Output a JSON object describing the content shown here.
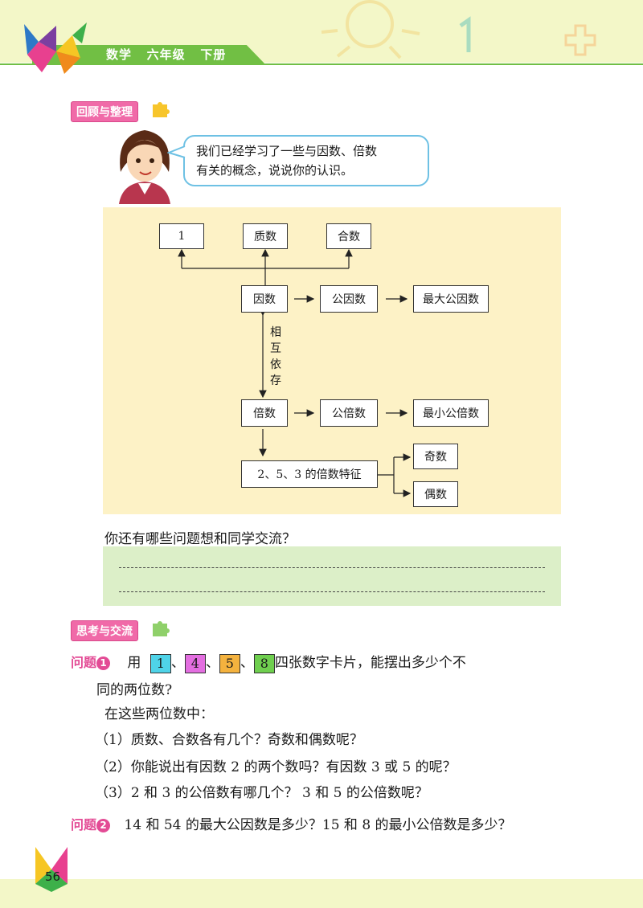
{
  "header": {
    "title": "数学   六年级   下册"
  },
  "section1": {
    "label": "回顾与整理",
    "speech": {
      "line1": "我们已经学习了一些与因数、倍数",
      "line2": "有关的概念，说说你的认识。"
    }
  },
  "diagram": {
    "box_one": "1",
    "box_prime": "质数",
    "box_composite": "合数",
    "box_factor": "因数",
    "box_common_factor": "公因数",
    "box_gcf": "最大公因数",
    "dependency": [
      "相",
      "互",
      "依",
      "存"
    ],
    "box_multiple": "倍数",
    "box_common_multiple": "公倍数",
    "box_lcm": "最小公倍数",
    "box_features": "2、5、3 的倍数特征",
    "box_odd": "奇数",
    "box_even": "偶数"
  },
  "question_prompt": "你还有哪些问题想和同学交流？",
  "section2": {
    "label": "思考与交流",
    "q1": {
      "label": "问题",
      "num": "1",
      "use": "用",
      "cards": [
        {
          "value": "1",
          "color": "#4fd3e8"
        },
        {
          "value": "4",
          "color": "#e36ee0"
        },
        {
          "value": "5",
          "color": "#f4b23e"
        },
        {
          "value": "8",
          "color": "#6fcf4f"
        }
      ],
      "sep": "、",
      "text_after": "四张数字卡片，能摆出多少个不",
      "text_line2": "同的两位数?",
      "intro": "在这些两位数中：",
      "sub1": "（1）质数、合数各有几个？奇数和偶数呢？",
      "sub2": "（2）你能说出有因数 2 的两个数吗？有因数 3 或 5 的呢？",
      "sub3": "（3）2 和 3 的公倍数有哪几个？ 3 和 5 的公倍数呢？"
    },
    "q2": {
      "label": "问题",
      "num": "2",
      "text": "14 和 54 的最大公因数是多少？15 和 8 的最小公倍数是多少？"
    }
  },
  "page_number": "56"
}
